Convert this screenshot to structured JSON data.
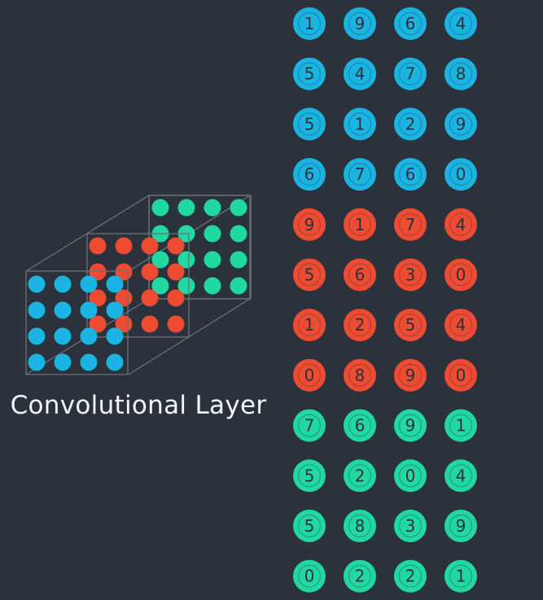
{
  "layer_label": "Convolutional Layer",
  "colors": {
    "background": "#2b323c",
    "blue": "#1ab4e2",
    "red": "#ee4b33",
    "green": "#20d8a0",
    "digit_text": "#2b323c",
    "cube_edges": "#6b7278",
    "label_text": "#f4f6f8"
  },
  "feature_maps": [
    {
      "name": "blue-feature-map",
      "color_key": "blue",
      "dots": 16
    },
    {
      "name": "red-feature-map",
      "color_key": "red",
      "dots": 16
    },
    {
      "name": "green-feature-map",
      "color_key": "green",
      "dots": 16
    }
  ],
  "flattened_vector": {
    "rows": [
      {
        "color_key": "blue",
        "values": [
          "1",
          "9",
          "6",
          "4"
        ]
      },
      {
        "color_key": "blue",
        "values": [
          "5",
          "4",
          "7",
          "8"
        ]
      },
      {
        "color_key": "blue",
        "values": [
          "5",
          "1",
          "2",
          "9"
        ]
      },
      {
        "color_key": "blue",
        "values": [
          "6",
          "7",
          "6",
          "0"
        ]
      },
      {
        "color_key": "red",
        "values": [
          "9",
          "1",
          "7",
          "4"
        ]
      },
      {
        "color_key": "red",
        "values": [
          "5",
          "6",
          "3",
          "0"
        ]
      },
      {
        "color_key": "red",
        "values": [
          "1",
          "2",
          "5",
          "4"
        ]
      },
      {
        "color_key": "red",
        "values": [
          "0",
          "8",
          "9",
          "0"
        ]
      },
      {
        "color_key": "green",
        "values": [
          "7",
          "6",
          "9",
          "1"
        ]
      },
      {
        "color_key": "green",
        "values": [
          "5",
          "2",
          "0",
          "4"
        ]
      },
      {
        "color_key": "green",
        "values": [
          "5",
          "8",
          "3",
          "9"
        ]
      },
      {
        "color_key": "green",
        "values": [
          "0",
          "2",
          "2",
          "1"
        ]
      }
    ]
  }
}
